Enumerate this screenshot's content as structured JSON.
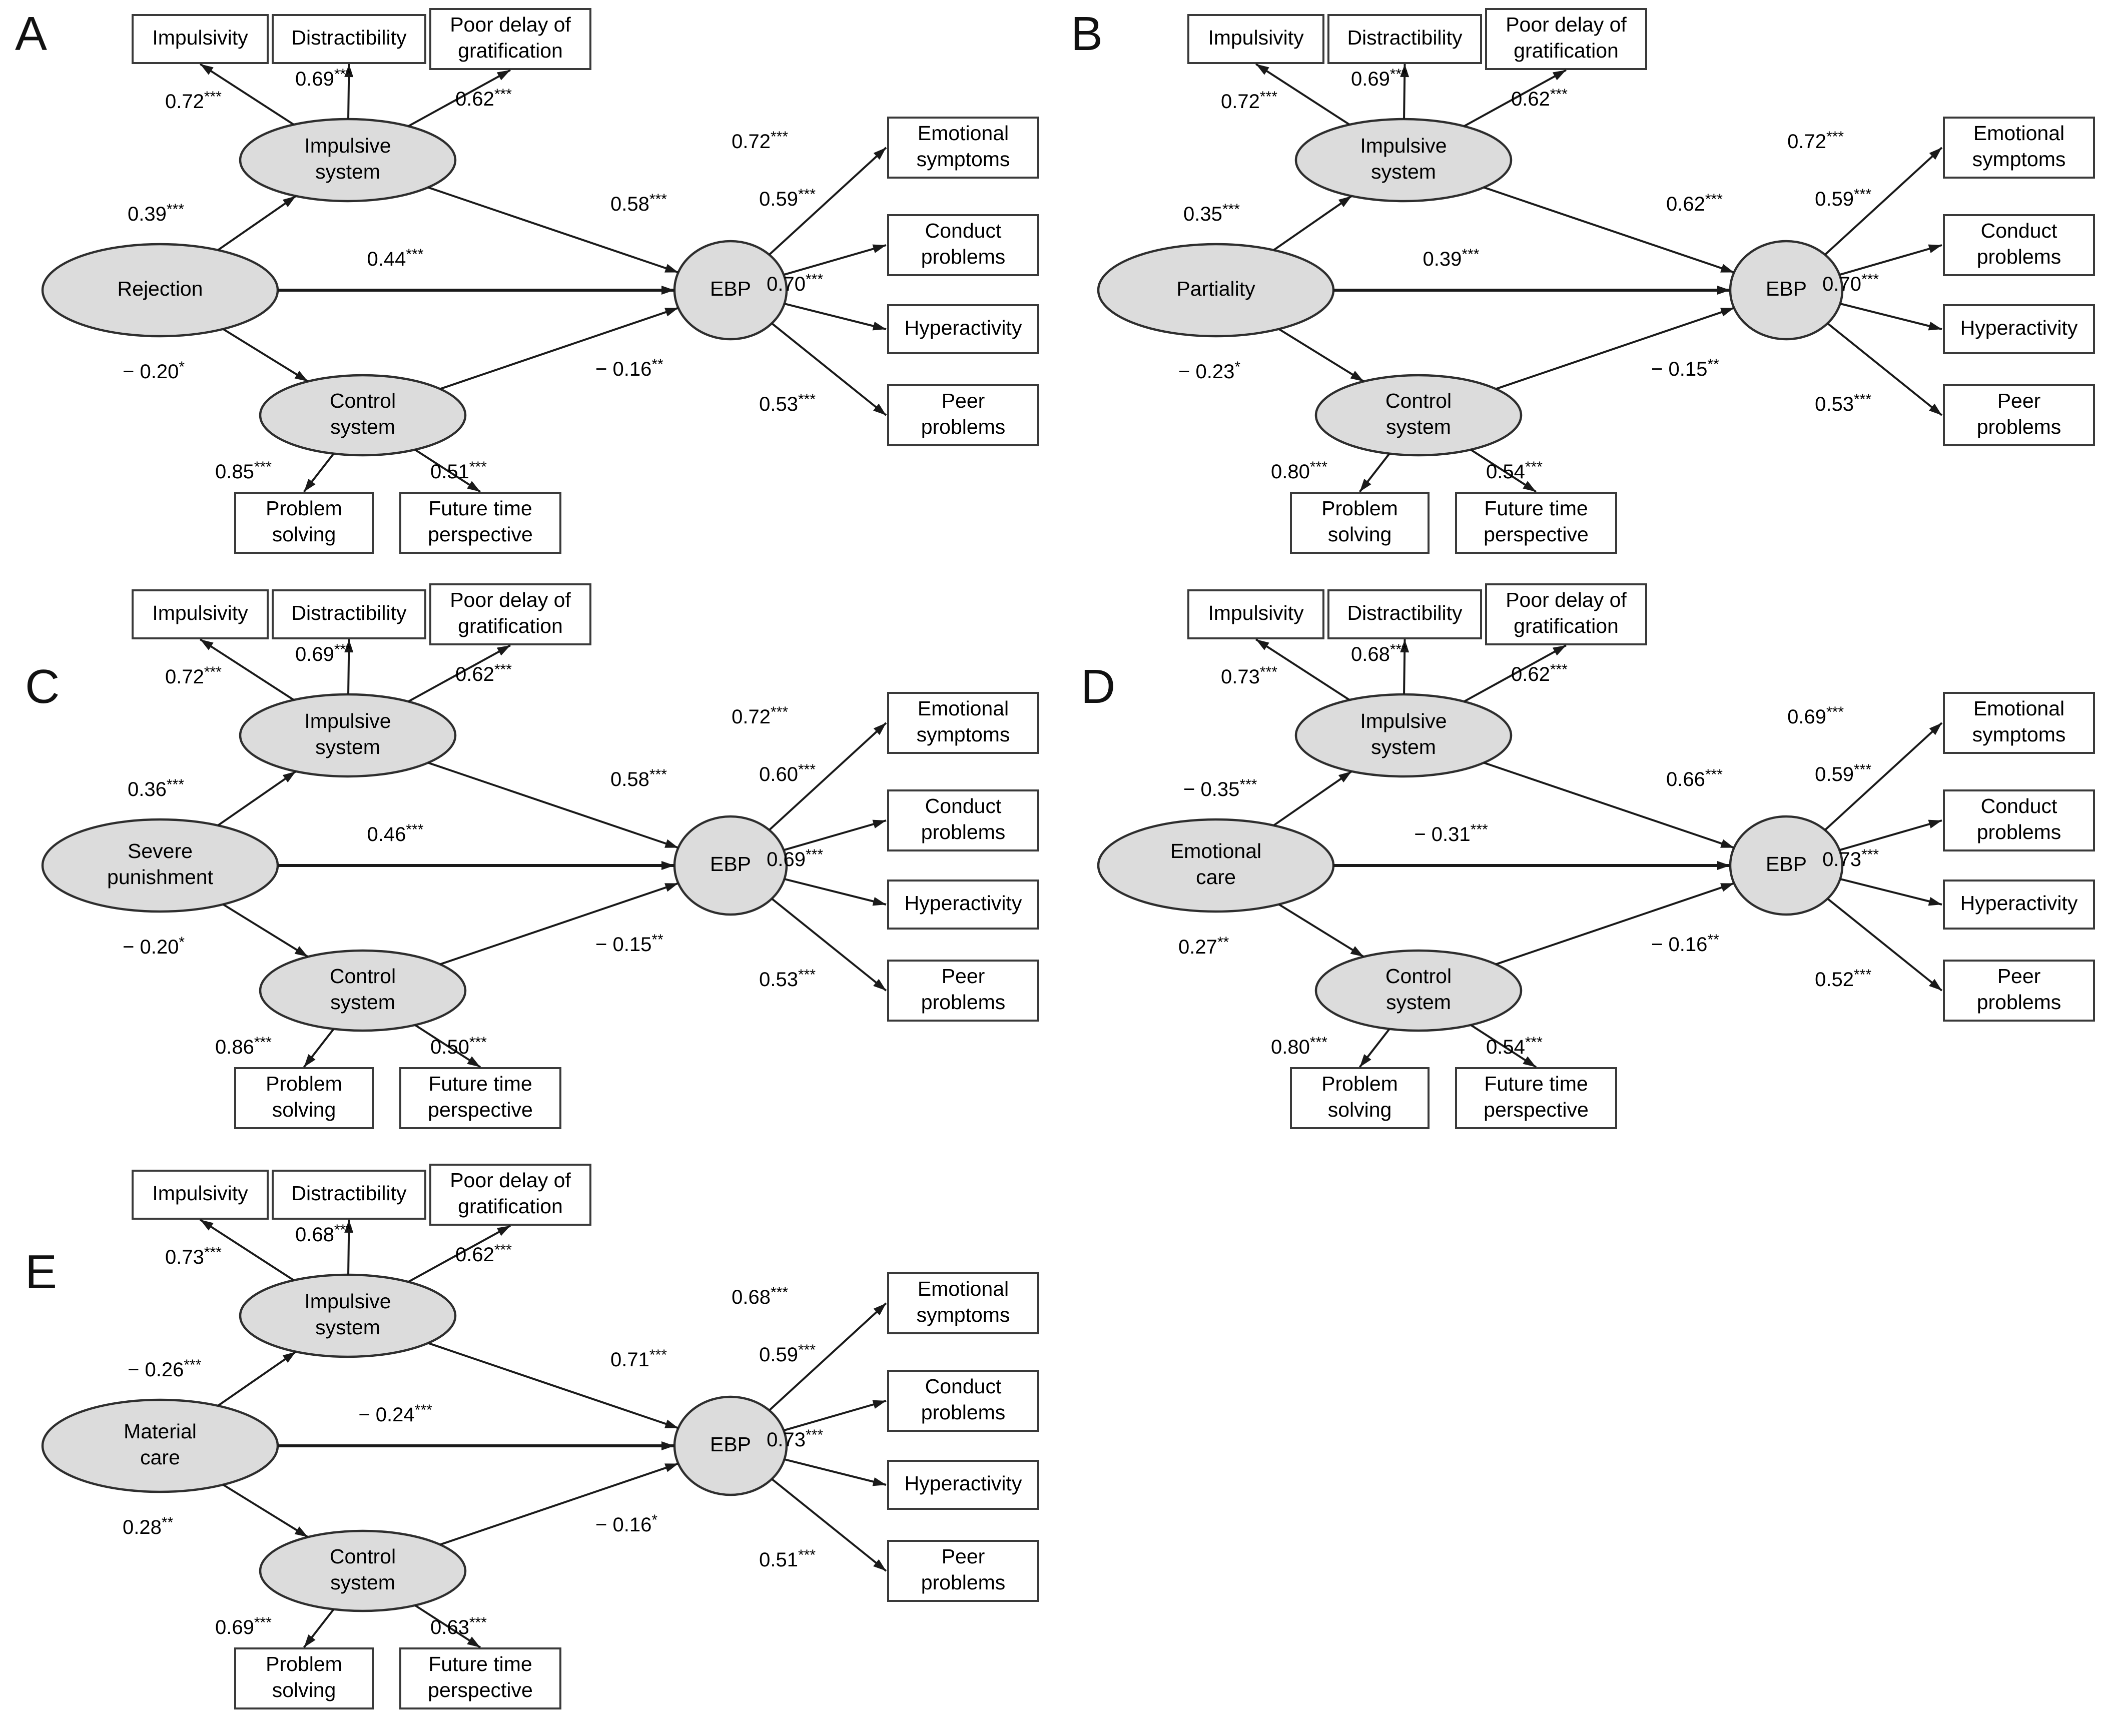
{
  "figure": {
    "type": "structural-equation-model-multipanel",
    "panels": [
      {
        "letter": "A",
        "predictor": "Rejection",
        "mediators": {
          "impulsive": "Impulsive system",
          "control": "Control system"
        },
        "outcome": "EBP",
        "impulsive_indicators": [
          "Impulsivity",
          "Distractibility",
          "Poor delay of gratification"
        ],
        "impulsive_loadings": [
          "0.72***",
          "0.69***",
          "0.62***"
        ],
        "control_indicators": [
          "Problem solving",
          "Future time perspective"
        ],
        "control_loadings": [
          "0.85***",
          "0.51***"
        ],
        "ebp_indicators": [
          "Emotional symptoms",
          "Conduct problems",
          "Hyperactivity",
          "Peer problems"
        ],
        "ebp_loadings": [
          "0.72***",
          "0.59***",
          "0.70***",
          "0.53***"
        ],
        "paths": {
          "pred_to_impulsive": "0.39***",
          "pred_to_ebp": "0.44***",
          "pred_to_control": "− 0.20*",
          "impulsive_to_ebp": "0.58***",
          "control_to_ebp": "− 0.16**"
        }
      },
      {
        "letter": "B",
        "predictor": "Partiality",
        "mediators": {
          "impulsive": "Impulsive system",
          "control": "Control system"
        },
        "outcome": "EBP",
        "impulsive_indicators": [
          "Impulsivity",
          "Distractibility",
          "Poor delay of gratification"
        ],
        "impulsive_loadings": [
          "0.72***",
          "0.69***",
          "0.62***"
        ],
        "control_indicators": [
          "Problem solving",
          "Future time perspective"
        ],
        "control_loadings": [
          "0.80***",
          "0.54***"
        ],
        "ebp_indicators": [
          "Emotional symptoms",
          "Conduct problems",
          "Hyperactivity",
          "Peer problems"
        ],
        "ebp_loadings": [
          "0.72***",
          "0.59***",
          "0.70***",
          "0.53***"
        ],
        "paths": {
          "pred_to_impulsive": "0.35***",
          "pred_to_ebp": "0.39***",
          "pred_to_control": "− 0.23*",
          "impulsive_to_ebp": "0.62***",
          "control_to_ebp": "− 0.15**"
        }
      },
      {
        "letter": "C",
        "predictor": "Severe punishment",
        "mediators": {
          "impulsive": "Impulsive system",
          "control": "Control system"
        },
        "outcome": "EBP",
        "impulsive_indicators": [
          "Impulsivity",
          "Distractibility",
          "Poor delay of gratification"
        ],
        "impulsive_loadings": [
          "0.72***",
          "0.69***",
          "0.62***"
        ],
        "control_indicators": [
          "Problem solving",
          "Future time perspective"
        ],
        "control_loadings": [
          "0.86***",
          "0.50***"
        ],
        "ebp_indicators": [
          "Emotional symptoms",
          "Conduct problems",
          "Hyperactivity",
          "Peer problems"
        ],
        "ebp_loadings": [
          "0.72***",
          "0.60***",
          "0.69***",
          "0.53***"
        ],
        "paths": {
          "pred_to_impulsive": "0.36***",
          "pred_to_ebp": "0.46***",
          "pred_to_control": "− 0.20*",
          "impulsive_to_ebp": "0.58***",
          "control_to_ebp": "− 0.15**"
        }
      },
      {
        "letter": "D",
        "predictor": "Emotional care",
        "mediators": {
          "impulsive": "Impulsive system",
          "control": "Control system"
        },
        "outcome": "EBP",
        "impulsive_indicators": [
          "Impulsivity",
          "Distractibility",
          "Poor delay of gratification"
        ],
        "impulsive_loadings": [
          "0.73***",
          "0.68***",
          "0.62***"
        ],
        "control_indicators": [
          "Problem solving",
          "Future time perspective"
        ],
        "control_loadings": [
          "0.80***",
          "0.54***"
        ],
        "ebp_indicators": [
          "Emotional symptoms",
          "Conduct problems",
          "Hyperactivity",
          "Peer problems"
        ],
        "ebp_loadings": [
          "0.69***",
          "0.59***",
          "0.73***",
          "0.52***"
        ],
        "paths": {
          "pred_to_impulsive": "− 0.35***",
          "pred_to_ebp": "− 0.31***",
          "pred_to_control": "0.27**",
          "impulsive_to_ebp": "0.66***",
          "control_to_ebp": "− 0.16**"
        }
      },
      {
        "letter": "E",
        "predictor": "Material care",
        "mediators": {
          "impulsive": "Impulsive system",
          "control": "Control system"
        },
        "outcome": "EBP",
        "impulsive_indicators": [
          "Impulsivity",
          "Distractibility",
          "Poor delay of gratification"
        ],
        "impulsive_loadings": [
          "0.73***",
          "0.68***",
          "0.62***"
        ],
        "control_indicators": [
          "Problem solving",
          "Future time perspective"
        ],
        "control_loadings": [
          "0.69***",
          "0.63***"
        ],
        "ebp_indicators": [
          "Emotional symptoms",
          "Conduct problems",
          "Hyperactivity",
          "Peer problems"
        ],
        "ebp_loadings": [
          "0.68***",
          "0.59***",
          "0.73***",
          "0.51***"
        ],
        "paths": {
          "pred_to_impulsive": "− 0.26***",
          "pred_to_ebp": "− 0.24***",
          "pred_to_control": "0.28**",
          "impulsive_to_ebp": "0.71***",
          "control_to_ebp": "− 0.16*"
        }
      }
    ]
  }
}
